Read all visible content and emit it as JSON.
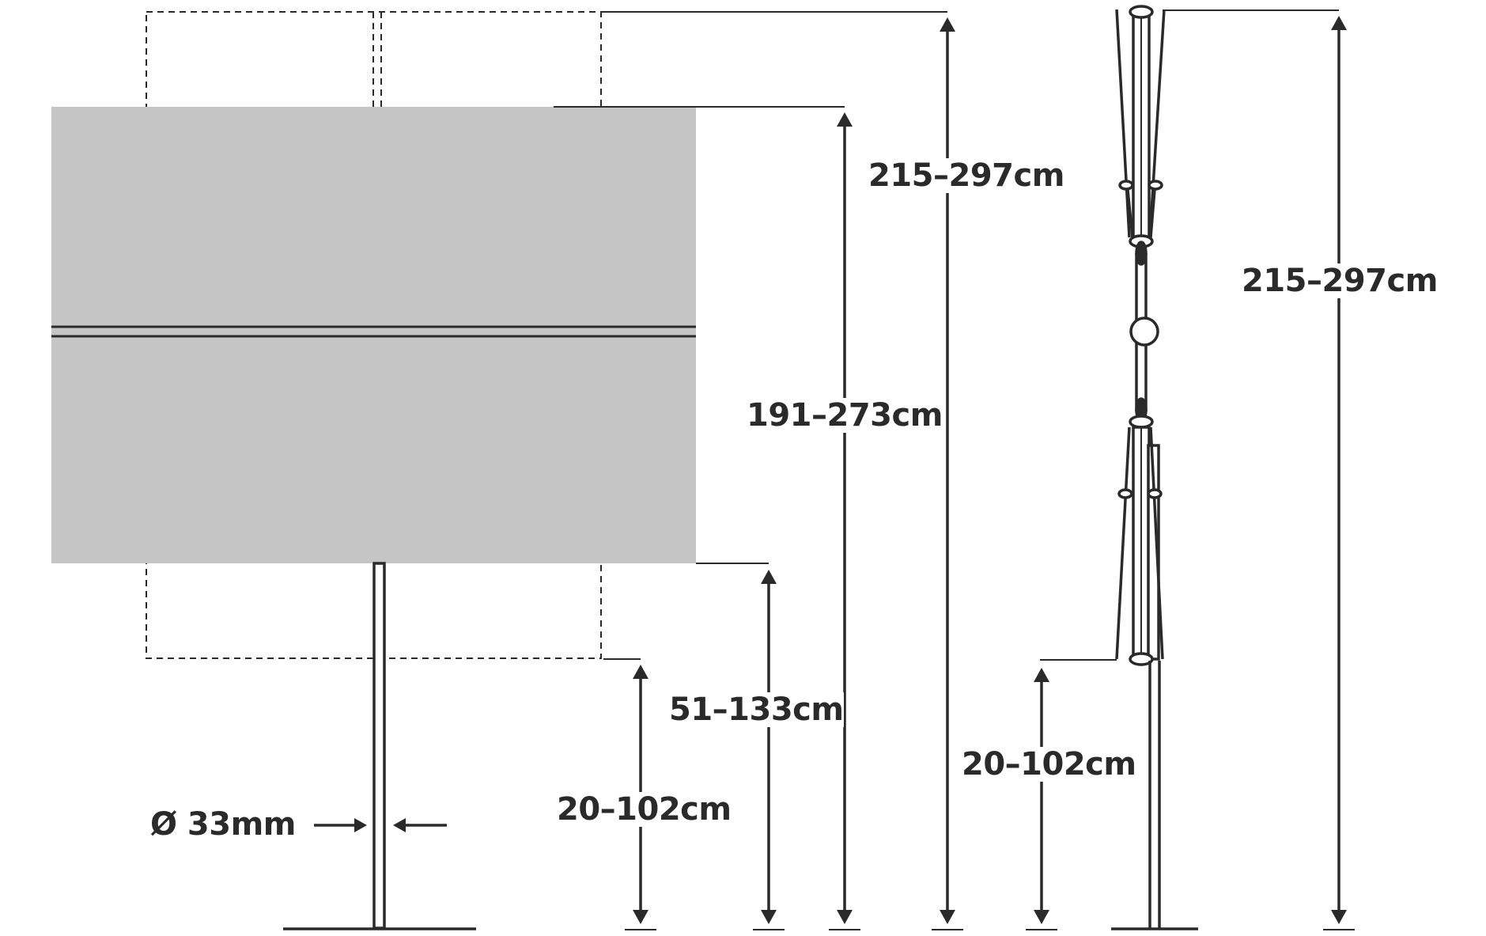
{
  "diagram": {
    "type": "technical dimension drawing",
    "colors": {
      "line": "#2a2a2a",
      "panel_fill": "#c5c5c5",
      "background": "#ffffff"
    },
    "front_view": {
      "labels": {
        "total_height": "215–297cm",
        "panel_top_height": "191–273cm",
        "panel_bottom_height": "51–133cm",
        "min_panel_bottom": "20–102cm",
        "pole_diameter": "Ø 33mm"
      }
    },
    "side_view": {
      "labels": {
        "total_height": "215–297cm",
        "min_bottom_height": "20–102cm"
      }
    }
  }
}
